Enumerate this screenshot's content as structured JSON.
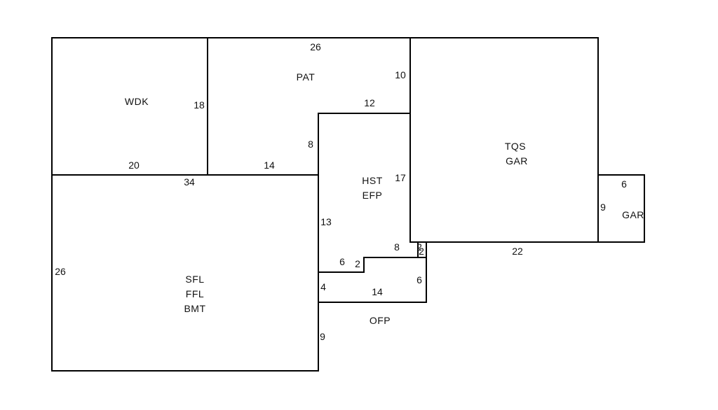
{
  "rooms": {
    "wdk": "WDK",
    "pat": "PAT",
    "tqs_gar": [
      "TQS",
      "GAR"
    ],
    "hst_efp": [
      "HST",
      "EFP"
    ],
    "gar": "GAR",
    "main": [
      "SFL",
      "FFL",
      "BMT"
    ],
    "ofp": "OFP"
  },
  "dimensions": {
    "pat_top": "26",
    "pat_right": "10",
    "hst_top": "12",
    "wdk_right": "18",
    "wdk_bottom": "20",
    "pat_bottom": "14",
    "hst_left": "8",
    "main_top": "34",
    "hst_right": "17",
    "hst_left_lower": "13",
    "main_left": "26",
    "gar_top": "6",
    "gar_left": "9",
    "tqs_bottom": "22",
    "step_right": "8",
    "notch_a": "2",
    "notch_b": "2",
    "step_left": "6",
    "step_mid": "2",
    "ofp_left": "4",
    "ofp_bottom": "14",
    "ofp_right": "6",
    "main_right_lower": "9"
  }
}
